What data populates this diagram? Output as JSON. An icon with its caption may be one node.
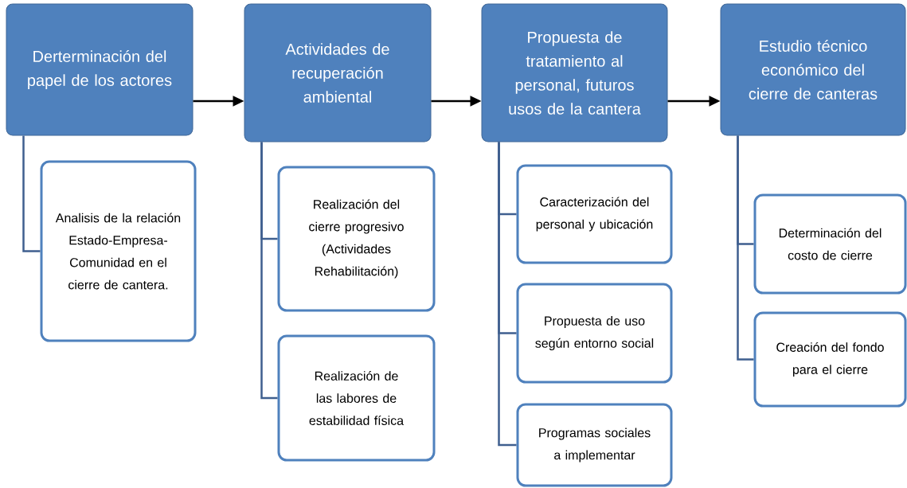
{
  "diagram": {
    "nodes": [
      {
        "text": [
          "Derterminación del papel de los actores"
        ]
      },
      {
        "text": [
          "Analisis de la relación Estado-Empresa-Comunidad en el cierre de cantera."
        ]
      },
      {
        "text": [
          "Actividades de recuperación ambiental"
        ]
      },
      {
        "text": [
          "Realización del cierre progresivo (Actividades Rehabilitación)"
        ]
      },
      {
        "text": [
          "Realización de las labores de estabilidad física"
        ]
      },
      {
        "text": [
          "Propuesta de tratamiento al personal, futuros usos de la cantera"
        ]
      },
      {
        "text": [
          "Caracterización del personal y ubicación"
        ]
      },
      {
        "text": [
          "Propuesta de uso según entorno social"
        ]
      },
      {
        "text": [
          "Programas sociales a implementar"
        ]
      },
      {
        "text": [
          "Estudio técnico económico del cierre de canteras"
        ]
      },
      {
        "text": [
          "Determinación del costo de cierre"
        ]
      },
      {
        "text": [
          "Creación del fondo para el cierre"
        ]
      }
    ],
    "edges": [
      {
        "from": 0,
        "to": 2,
        "arrow": "to",
        "color": "#000000"
      },
      {
        "from": 2,
        "to": 5,
        "arrow": "to",
        "color": "#000000"
      },
      {
        "from": 5,
        "to": 9,
        "arrow": "to",
        "color": "#000000"
      },
      {
        "from": 0,
        "to": 1,
        "arrow": "none"
      },
      {
        "from": 2,
        "to": 3,
        "arrow": "none"
      },
      {
        "from": 2,
        "to": 4,
        "arrow": "none"
      },
      {
        "from": 5,
        "to": 6,
        "arrow": "none"
      },
      {
        "from": 5,
        "to": 7,
        "arrow": "none"
      },
      {
        "from": 5,
        "to": 8,
        "arrow": "none"
      },
      {
        "from": 9,
        "to": 10,
        "arrow": "none"
      },
      {
        "from": 9,
        "to": 11,
        "arrow": "none"
      }
    ]
  }
}
